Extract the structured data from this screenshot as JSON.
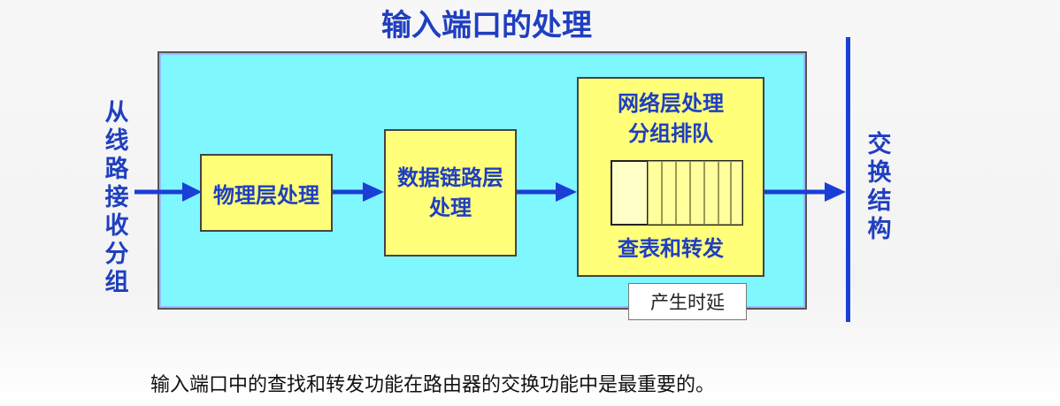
{
  "diagram": {
    "title": "输入端口的处理",
    "left_label": [
      "从",
      "线",
      "路",
      "接",
      "收",
      "分",
      "组"
    ],
    "right_label": [
      "交",
      "换",
      "结",
      "构"
    ],
    "physical_box": "物理层处理",
    "datalink_box": [
      "数据链路层",
      "处理"
    ],
    "network_box": {
      "line1": "网络层处理",
      "line2": "分组排队",
      "line3": "查表和转发"
    },
    "delay_label": "产生时延",
    "caption": "输入端口中的查找和转发功能在路由器的交换功能中是最重要的。"
  },
  "colors": {
    "title_blue": "#1f3fbf",
    "arrow_blue": "#1a3fd6",
    "container_cyan": "#7ff7ff",
    "box_yellow": "#ffff7a",
    "queue_light": "#ffffc8"
  }
}
